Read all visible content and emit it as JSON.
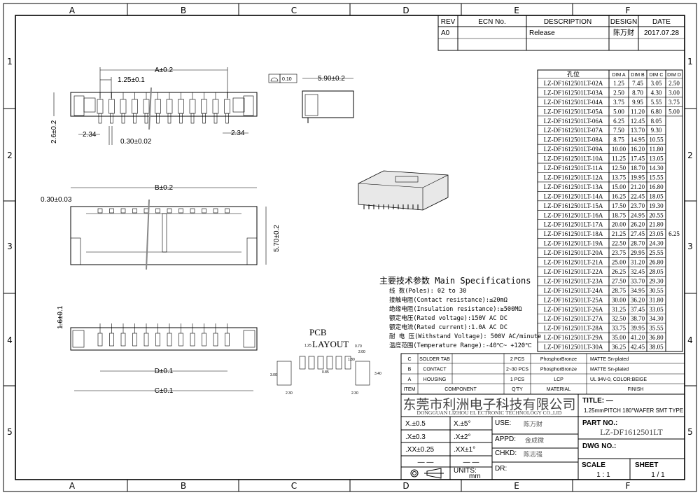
{
  "frame": {
    "columns": [
      "A",
      "B",
      "C",
      "D",
      "E",
      "F"
    ],
    "rows": [
      "1",
      "2",
      "3",
      "4",
      "5"
    ]
  },
  "revision": {
    "headers": [
      "REV",
      "ECN No.",
      "DESCRIPTION",
      "DESIGN",
      "DATE"
    ],
    "rows": [
      [
        "A0",
        "",
        "Release",
        "陈万财",
        "2017.07.28"
      ]
    ]
  },
  "dims": {
    "a": "A±0.2",
    "pitch": "1.25±0.1",
    "height": "2.6±0.2",
    "left_offset": "2.34",
    "right_offset": "2.34",
    "pin_width": "0.30±0.02",
    "flatness": "0.10",
    "depth": "5.90±0.2",
    "b": "B±0.2",
    "tab": "0.30±0.03",
    "depth2": "5.70±0.2",
    "front_h": "1.6±0.1",
    "d": "D±0.1",
    "c": "C±0.1"
  },
  "pcb": {
    "title1": "PCB",
    "title2": "LAYOUT",
    "pitch": "1.25",
    "pad_w": "0.70",
    "tab_w": "2.00",
    "pad_h": "1.80",
    "gap": "0.85",
    "tab_h": "3.40",
    "left_h": "3.00",
    "left_off": "2.30",
    "right_off": "2.30"
  },
  "parts": {
    "headers": [
      "孔位",
      "DIM A",
      "DIM B",
      "DIM C",
      "DIM D"
    ],
    "rows": [
      [
        "LZ-DF1612501LT-02A",
        "1.25",
        "7.45",
        "3.05",
        "2.50"
      ],
      [
        "LZ-DF1612501LT-03A",
        "2.50",
        "8.70",
        "4.30",
        "3.00"
      ],
      [
        "LZ-DF1612501LT-04A",
        "3.75",
        "9.95",
        "5.55",
        "3.75"
      ],
      [
        "LZ-DF1612501LT-05A",
        "5.00",
        "11.20",
        "6.80",
        "5.00"
      ],
      [
        "LZ-DF1612501LT-06A",
        "6.25",
        "12.45",
        "8.05"
      ],
      [
        "LZ-DF1612501LT-07A",
        "7.50",
        "13.70",
        "9.30"
      ],
      [
        "LZ-DF1612501LT-08A",
        "8.75",
        "14.95",
        "10.55"
      ],
      [
        "LZ-DF1612501LT-09A",
        "10.00",
        "16.20",
        "11.80"
      ],
      [
        "LZ-DF1612501LT-10A",
        "11.25",
        "17.45",
        "13.05"
      ],
      [
        "LZ-DF1612501LT-11A",
        "12.50",
        "18.70",
        "14.30"
      ],
      [
        "LZ-DF1612501LT-12A",
        "13.75",
        "19.95",
        "15.55"
      ],
      [
        "LZ-DF1612501LT-13A",
        "15.00",
        "21.20",
        "16.80"
      ],
      [
        "LZ-DF1612501LT-14A",
        "16.25",
        "22.45",
        "18.05"
      ],
      [
        "LZ-DF1612501LT-15A",
        "17.50",
        "23.70",
        "19.30"
      ],
      [
        "LZ-DF1612501LT-16A",
        "18.75",
        "24.95",
        "20.55"
      ],
      [
        "LZ-DF1612501LT-17A",
        "20.00",
        "26.20",
        "21.80"
      ],
      [
        "LZ-DF1612501LT-18A",
        "21.25",
        "27.45",
        "23.05"
      ],
      [
        "LZ-DF1612501LT-19A",
        "22.50",
        "28.70",
        "24.30"
      ],
      [
        "LZ-DF1612501LT-20A",
        "23.75",
        "29.95",
        "25.55"
      ],
      [
        "LZ-DF1612501LT-21A",
        "25.00",
        "31.20",
        "26.80"
      ],
      [
        "LZ-DF1612501LT-22A",
        "26.25",
        "32.45",
        "28.05"
      ],
      [
        "LZ-DF1612501LT-23A",
        "27.50",
        "33.70",
        "29.30"
      ],
      [
        "LZ-DF1612501LT-24A",
        "28.75",
        "34.95",
        "30.55"
      ],
      [
        "LZ-DF1612501LT-25A",
        "30.00",
        "36.20",
        "31.80"
      ],
      [
        "LZ-DF1612501LT-26A",
        "31.25",
        "37.45",
        "33.05"
      ],
      [
        "LZ-DF1612501LT-27A",
        "32.50",
        "38.70",
        "34.30"
      ],
      [
        "LZ-DF1612501LT-28A",
        "33.75",
        "39.95",
        "35.55"
      ],
      [
        "LZ-DF1612501LT-29A",
        "35.00",
        "41.20",
        "36.80"
      ],
      [
        "LZ-DF1612501LT-30A",
        "36.25",
        "42.45",
        "38.05"
      ]
    ],
    "dim_d_common": "6.25"
  },
  "specs": {
    "title": "主要技术参数 Main Specifications",
    "lines": [
      "线    数(Poles): 02 to 30",
      "接触电阻(Contact resistance):≤20mΩ",
      "绝缘电阻(Insulation resistance):≥500MΩ",
      "额定电压(Rated voltage):150V AC DC",
      "额定电流(Rated current):1.0A AC DC",
      "耐 电 压(Withstand Voltage): 500V AC/minute",
      "温度范围(Temperature Range):-40℃~ +120℃"
    ]
  },
  "bom": {
    "rows": [
      [
        "C",
        "SOLDER TAB",
        "2 PCS",
        "PhosphorBronze",
        "MATTE Sn-plated"
      ],
      [
        "B",
        "CONTACT",
        "2~30 PCS",
        "PhosphorBronze",
        "MATTE Sn-plated"
      ],
      [
        "A",
        "HOUSING",
        "1 PCS",
        "LCP",
        "UL 94V-0, COLOR:BEIGE"
      ]
    ],
    "headers": [
      "ITEM",
      "COMPONENT",
      "Q'TY",
      "MATERIAL",
      "FINISH"
    ]
  },
  "title_block": {
    "company_cn": "东莞市利洲电子科技有限公司",
    "company_en": "DONGGUAN LIZHOU EL ECTRONIC TECHNOLOGY CO.,LID",
    "title_label": "TITLE: —",
    "title_value": "1.25mmPITCH 180°WAFER SMT TYPE",
    "tolerances": [
      [
        "X.±0.5",
        "X.±5°"
      ],
      [
        ".X±0.3",
        ".X±2°"
      ],
      [
        ".XX±0.25",
        ".XX±1°"
      ],
      [
        "— —",
        "— —"
      ]
    ],
    "use_label": "USE:",
    "use_value": "陈万财",
    "appd_label": "APPD:",
    "appd_value": "金成微",
    "chkd_label": "CHKD:",
    "chkd_value": "陈志强",
    "dr_label": "DR:",
    "units_label": "UNITS:",
    "units_value": "mm",
    "part_no_label": "PART NO.:",
    "part_no_value": "LZ-DF1612501LT",
    "dwg_no_label": "DWG NO.:",
    "scale_label": "SCALE",
    "scale_value": "1 : 1",
    "sheet_label": "SHEET",
    "sheet_value": "1 / 1"
  }
}
